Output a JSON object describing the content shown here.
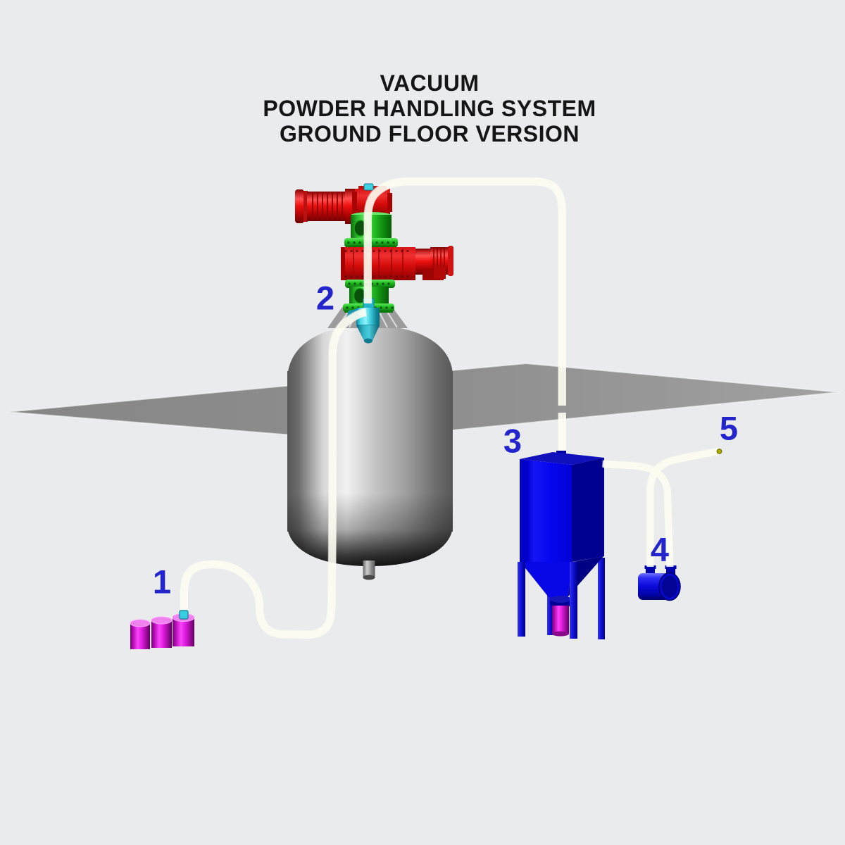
{
  "title": {
    "line1": "VACUUM",
    "line2": "POWDER HANDLING SYSTEM",
    "line3": "GROUND FLOOR VERSION"
  },
  "labels": [
    {
      "text": "1"
    },
    {
      "text": "2"
    },
    {
      "text": "3"
    },
    {
      "text": "4"
    },
    {
      "text": "5"
    }
  ],
  "colors": {
    "background": "#e9ebec",
    "floor_gray": "#8e8e8e",
    "label_blue": "#2424cd",
    "hose_yellow": "#e2e206",
    "motor_red": "#e00505",
    "valve_green": "#1ec21e",
    "lance_cyan": "#56dcea",
    "collector_blue": "#0707f0",
    "drum_magenta": "#e619e6",
    "tank_steel_light": "#f1f1f1",
    "tank_steel_dark": "#575757"
  }
}
